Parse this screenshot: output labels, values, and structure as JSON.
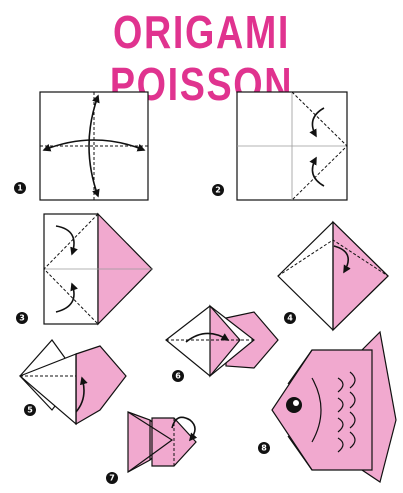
{
  "title": "ORIGAMI POISSON",
  "colors": {
    "title": "#e0338f",
    "paper_pink": "#f1a9cf",
    "outline": "#111111"
  },
  "steps": [
    {
      "number": "1"
    },
    {
      "number": "2"
    },
    {
      "number": "3"
    },
    {
      "number": "4"
    },
    {
      "number": "5"
    },
    {
      "number": "6"
    },
    {
      "number": "7"
    },
    {
      "number": "8"
    }
  ]
}
